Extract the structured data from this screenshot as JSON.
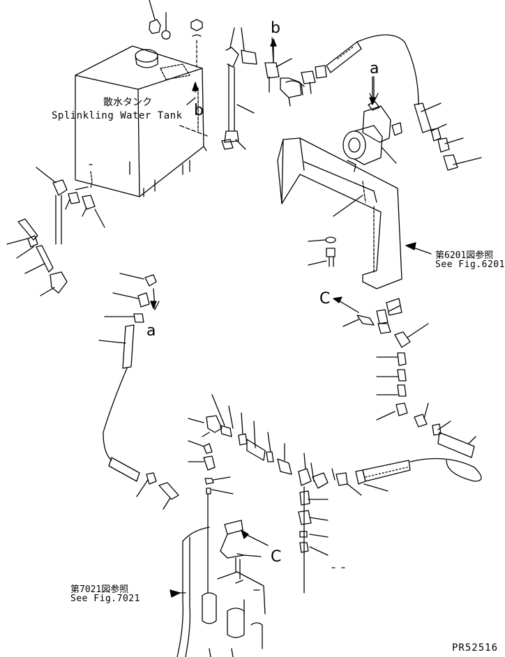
{
  "labels": {
    "tank_jp": "散水タンク",
    "tank_en": "Splinkling Water Tank",
    "ref_6201_jp": "第6201図参照",
    "ref_6201_en": "See Fig.6201",
    "ref_7021_jp": "第7021図参照",
    "ref_7021_en": "See Fig.7021",
    "drawing_code": "PR52516"
  },
  "connectors": {
    "a_top": "a",
    "a_left": "a",
    "b_top": "b",
    "b_tank": "b",
    "c_right": "C",
    "c_bottom": "C"
  },
  "colors": {
    "ink": "#000000",
    "paper": "#ffffff"
  }
}
